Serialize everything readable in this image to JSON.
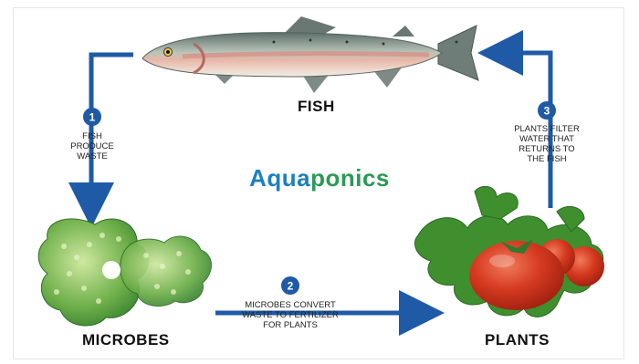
{
  "title": {
    "part1": "Aqua",
    "part2": "ponics"
  },
  "nodes": {
    "fish": "FISH",
    "microbes": "MICROBES",
    "plants": "PLANTS"
  },
  "steps": [
    {
      "number": "1",
      "lines": [
        "FISH",
        "PRODUCE",
        "WASTE"
      ]
    },
    {
      "number": "2",
      "lines": [
        "MICROBES CONVERT",
        "WASTE TO FERTILIZER",
        "FOR PLANTS"
      ]
    },
    {
      "number": "3",
      "lines": [
        "PLANTS FILTER",
        "WATER THAT",
        "RETURNS TO",
        "THE FISH"
      ]
    }
  ],
  "colors": {
    "arrow": "#1f5aa6",
    "badge": "#1f5aa6",
    "title_blue": "#1d7fc0",
    "title_green": "#2a9a57"
  }
}
